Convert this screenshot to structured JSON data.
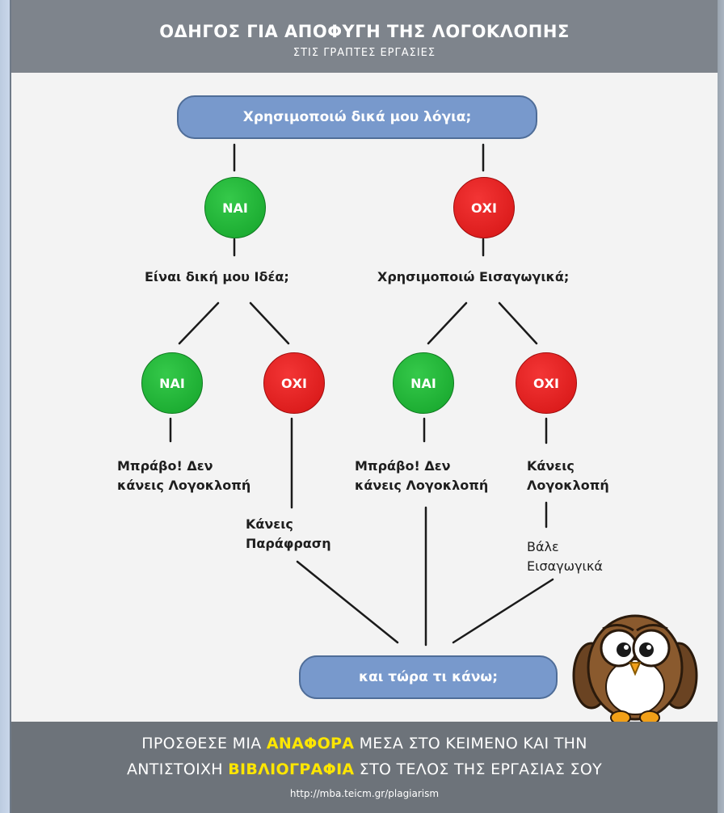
{
  "header": {
    "title": "ΟΔΗΓΟΣ ΓΙΑ ΑΠΟΦΥΓΗ ΤΗΣ ΛΟΓΟΚΛΟΠΗΣ",
    "subtitle": "ΣΤΙΣ ΓΡΑΠΤΕΣ ΕΡΓΑΣΙΕΣ"
  },
  "flow": {
    "start": "Χρησιμοποιώ δικά μου λόγια;",
    "yes": "ΝΑΙ",
    "no": "ΟΧΙ",
    "q_idea": "Είναι δική μου Ιδέα;",
    "q_quotes": "Χρησιμοποιώ Εισαγωγικά;",
    "bravo_line1": "Μπράβο! Δεν",
    "bravo_line2": "κάνεις Λογοκλοπή",
    "paraphrase_line1": "Κάνεις",
    "paraphrase_line2": "Παράφραση",
    "plagiarism_line1": "Κάνεις",
    "plagiarism_line2": "Λογοκλοπή",
    "put_quotes_line1": "Βάλε",
    "put_quotes_line2": "Εισαγωγικά",
    "end": "και τώρα τι κάνω;"
  },
  "footer": {
    "line1_a": "ΠΡΟΣΘΕΣΕ ΜΙΑ ",
    "line1_hl": "ΑΝΑΦΟΡΑ",
    "line1_b": " ΜΕΣΑ ΣΤΟ ΚΕΙΜΕΝΟ ΚΑΙ ΤΗΝ",
    "line2_a": "ΑΝΤΙΣΤΟΙΧΗ ",
    "line2_hl": "ΒΙΒΛΙΟΓΡΑΦΙΑ",
    "line2_b": " ΣΤΟ ΤΕΛΟΣ ΤΗΣ ΕΡΓΑΣΙΑΣ ΣΟΥ",
    "url": "http://mba.teicm.gr/plagiarism"
  },
  "colors": {
    "pill": "#7899cc",
    "yes": "#14a32a",
    "no": "#d41414",
    "highlight": "#ffe600",
    "header": "#7e848c",
    "footer": "#6d737a"
  },
  "icons": {
    "mascot": "owl-icon"
  }
}
